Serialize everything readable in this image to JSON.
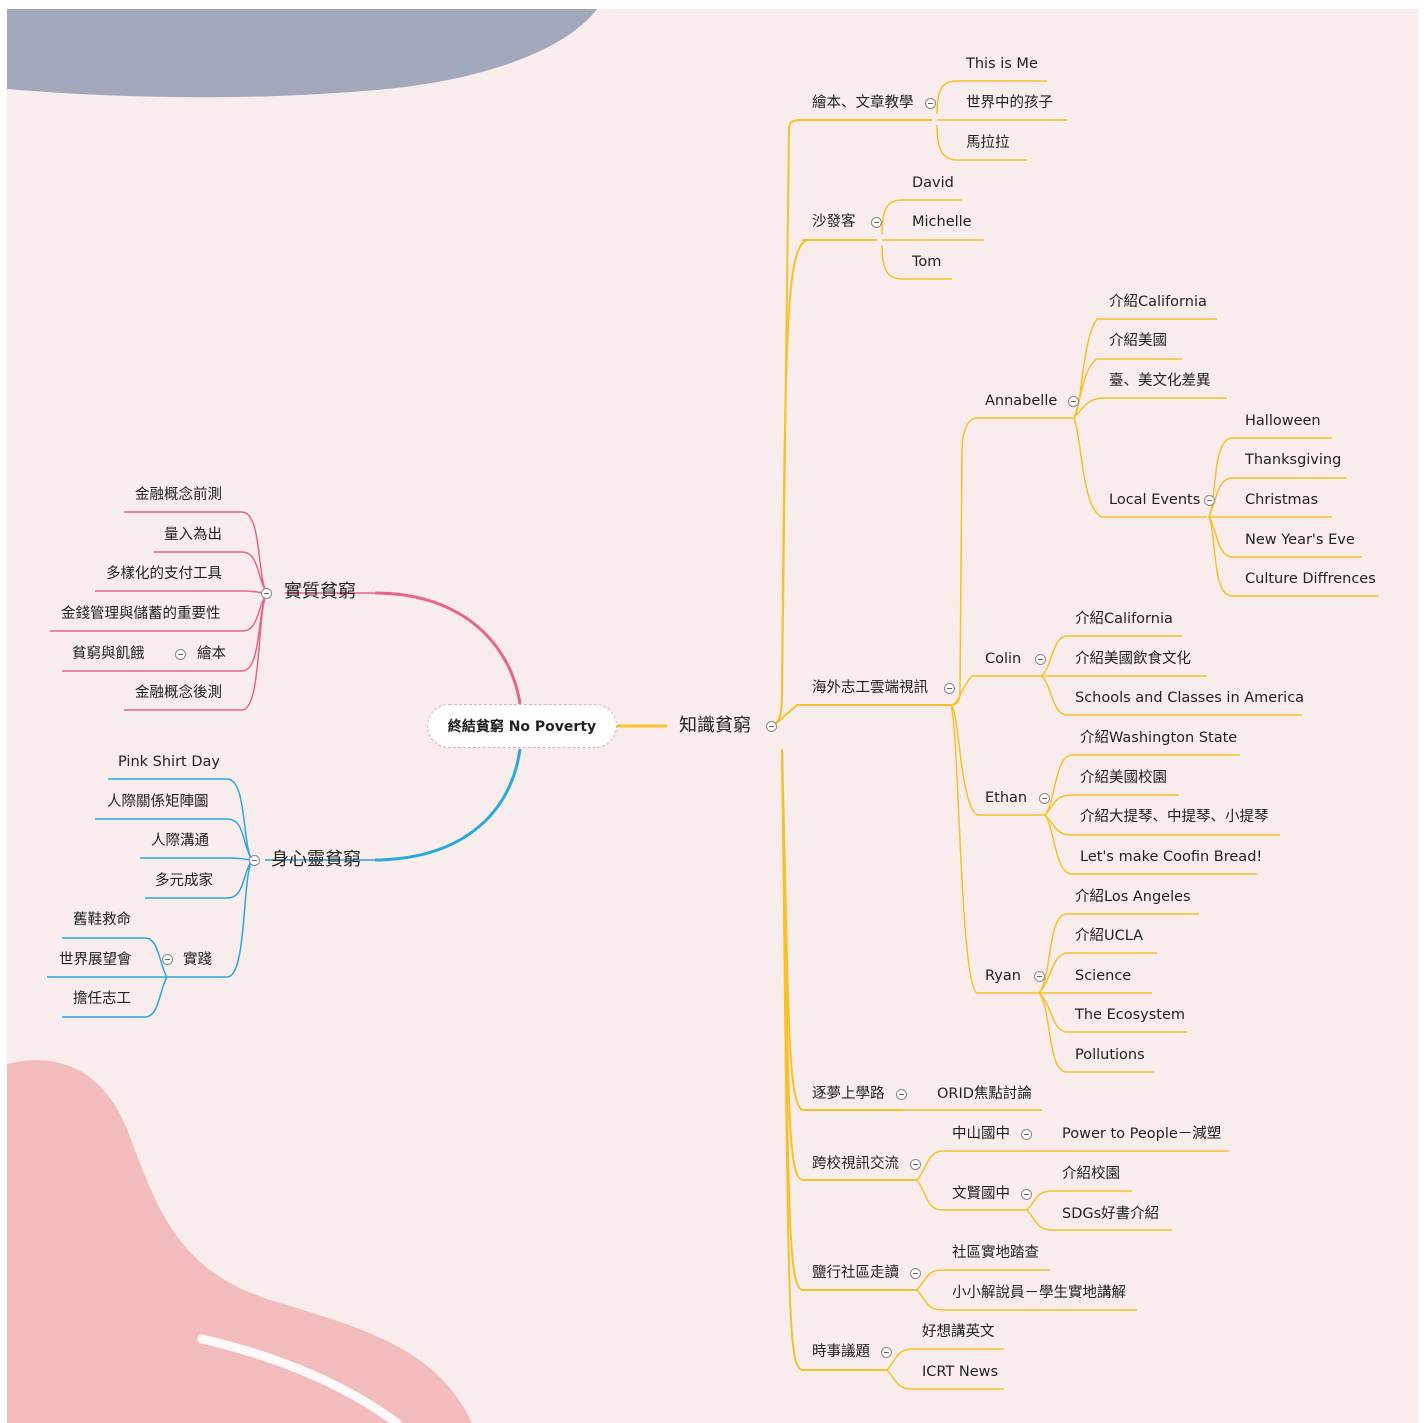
{
  "title": "終結貧窮 No Poverty",
  "colors": {
    "canvas": "#f9ecec",
    "slate_blob": "#a3a9bd",
    "pink_blob": "#f3bcbc",
    "yellow": "#f6c12a",
    "pink": "#e8648b",
    "blue": "#2aa8de"
  },
  "left": {
    "material": {
      "label": "實質貧窮",
      "items": [
        "金融概念前測",
        "量入為出",
        "多樣化的支付工具",
        "金錢管理與儲蓄的重要性",
        "貧窮與飢餓",
        "金融概念後測"
      ],
      "hunger_child": "繪本"
    },
    "mind": {
      "label": "身心靈貧窮",
      "items": [
        "Pink Shirt Day",
        "人際關係矩陣圖",
        "人際溝通",
        "多元成家",
        "實踐"
      ],
      "practice_children": [
        "舊鞋救命",
        "世界展望會",
        "擔任志工"
      ]
    }
  },
  "right": {
    "label": "知識貧窮",
    "picture_books": {
      "label": "繪本、文章教學",
      "items": [
        "This is Me",
        "世界中的孩子",
        "馬拉拉"
      ]
    },
    "couch": {
      "label": "沙發客",
      "items": [
        "David",
        "Michelle",
        "Tom"
      ]
    },
    "overseas": {
      "label": "海外志工雲端視訊",
      "annabelle": {
        "label": "Annabelle",
        "items": [
          "介紹California",
          "介紹美國",
          "臺、美文化差異"
        ],
        "local": {
          "label": "Local Events",
          "items": [
            "Halloween",
            "Thanksgiving",
            "Christmas",
            "New Year's Eve",
            "Culture Diffrences"
          ]
        }
      },
      "colin": {
        "label": "Colin",
        "items": [
          "介紹California",
          "介紹美國飲食文化",
          "Schools and Classes in America"
        ]
      },
      "ethan": {
        "label": "Ethan",
        "items": [
          "介紹Washington State",
          "介紹美國校園",
          "介紹大提琴、中提琴、小提琴",
          "Let's make Coofin Bread!"
        ]
      },
      "ryan": {
        "label": "Ryan",
        "items": [
          "介紹Los Angeles",
          "介紹UCLA",
          "Science",
          "The Ecosystem",
          "Pollutions"
        ]
      }
    },
    "dream": {
      "label": "逐夢上學路",
      "item": "ORID焦點討論"
    },
    "cross": {
      "label": "跨校視訊交流",
      "zhongshan": {
        "label": "中山國中",
        "item": "Power to People－減塑"
      },
      "wenxian": {
        "label": "文賢國中",
        "items": [
          "介紹校園",
          "SDGs好書介紹"
        ]
      }
    },
    "salt": {
      "label": "鹽行社區走讀",
      "items": [
        "社區實地踏查",
        "小小解說員－學生實地講解"
      ]
    },
    "news": {
      "label": "時事議題",
      "items": [
        "好想講英文",
        "ICRT News"
      ]
    }
  }
}
